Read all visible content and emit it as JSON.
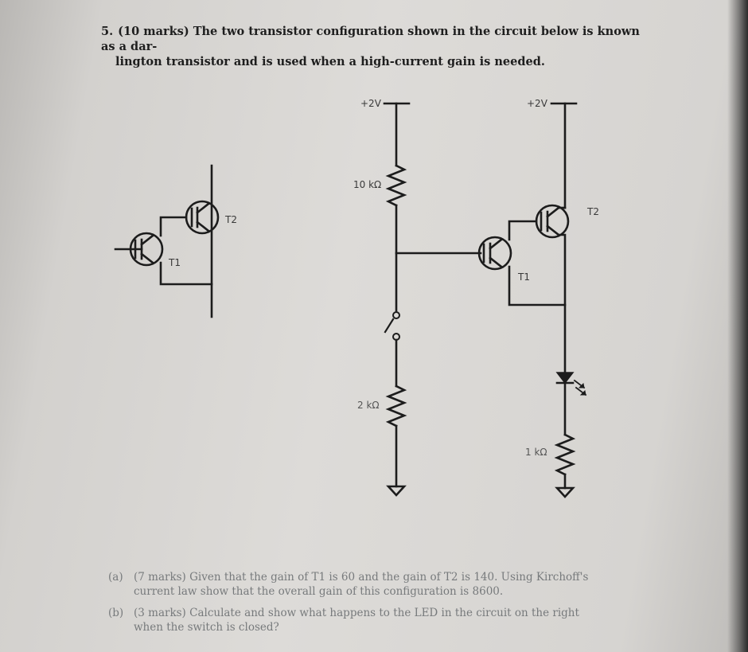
{
  "question": {
    "number": "5.",
    "line1": "(10 marks) The two transistor configuration shown in the circuit below is known as a dar-",
    "line2": "lington transistor and is used when a high-current gain is needed."
  },
  "left_circuit": {
    "t1_label": "T1",
    "t2_label": "T2"
  },
  "right_circuit": {
    "supply_left": "+2V",
    "supply_right": "+2V",
    "r1_label": "10 kΩ",
    "r2_label": "2 kΩ",
    "r3_label": "1 kΩ",
    "t1_label": "T1",
    "t2_label": "T2"
  },
  "parts": [
    {
      "label": "(a)",
      "line1": "(7 marks) Given that the gain of T1 is 60 and the gain of T2 is 140. Using Kirchoff's",
      "line2": "current law show that the overall gain of this configuration is 8600."
    },
    {
      "label": "(b)",
      "line1": "(3 marks) Calculate and show what happens to the LED in the circuit on the right",
      "line2": "when the switch is closed?"
    }
  ]
}
